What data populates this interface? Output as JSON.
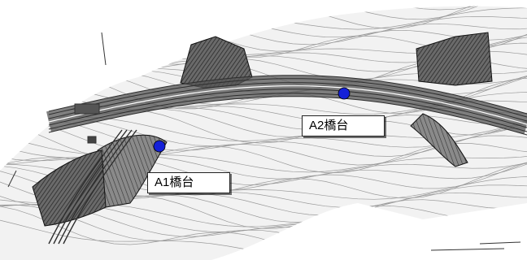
{
  "map": {
    "labels": [
      {
        "id": "a1",
        "text": "A1橋台"
      },
      {
        "id": "a2",
        "text": "A2橋台"
      }
    ],
    "marker_color": "#1420d8",
    "road_color": "#2e2e2e",
    "contour_color": "#9a9a9a",
    "background_color": "#ffffff"
  }
}
